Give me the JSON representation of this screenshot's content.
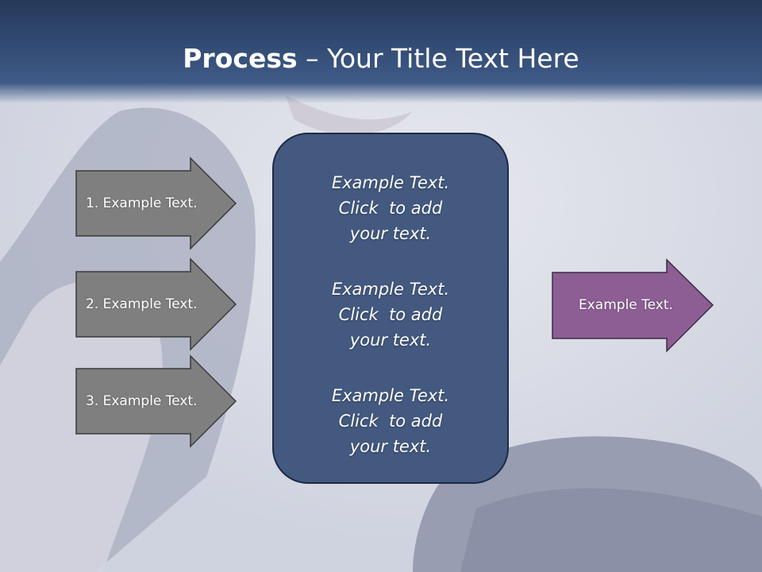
{
  "slide": {
    "title_bold": "Process",
    "title_rest": " – Your Title Text Here"
  },
  "left_arrows": [
    {
      "label": "1. Example Text."
    },
    {
      "label": "2. Example Text."
    },
    {
      "label": "3. Example Text."
    }
  ],
  "center_box": {
    "paragraphs": [
      {
        "lines": [
          "Example Text.",
          "Click  to add",
          "your text."
        ]
      },
      {
        "lines": [
          "Example Text.",
          "Click  to add",
          "your text."
        ]
      },
      {
        "lines": [
          "Example Text.",
          "Click  to add",
          "your text."
        ]
      }
    ]
  },
  "right_arrow": {
    "label": "Example Text."
  },
  "colors": {
    "header": "#324a72",
    "left_arrow_fill": "#7f7f7f",
    "center_box_fill": "#43597f",
    "right_arrow_fill": "#8c5e94"
  }
}
